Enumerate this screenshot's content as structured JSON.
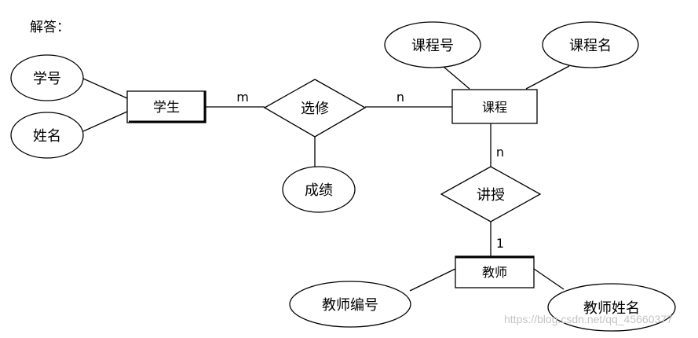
{
  "heading": "解答：",
  "entities": {
    "student": "学生",
    "course": "课程",
    "teacher": "教师"
  },
  "relationships": {
    "select": "选修",
    "teach": "讲授"
  },
  "attributes": {
    "student_no": "学号",
    "student_name": "姓名",
    "course_no": "课程号",
    "course_name": "课程名",
    "grade": "成绩",
    "teacher_no": "教师编号",
    "teacher_name": "教师姓名"
  },
  "cardinalities": {
    "student_select": "m",
    "select_course": "n",
    "course_teach": "n",
    "teach_teacher": "1"
  },
  "watermark": "https://blog.csdn.net/qq_45660377"
}
